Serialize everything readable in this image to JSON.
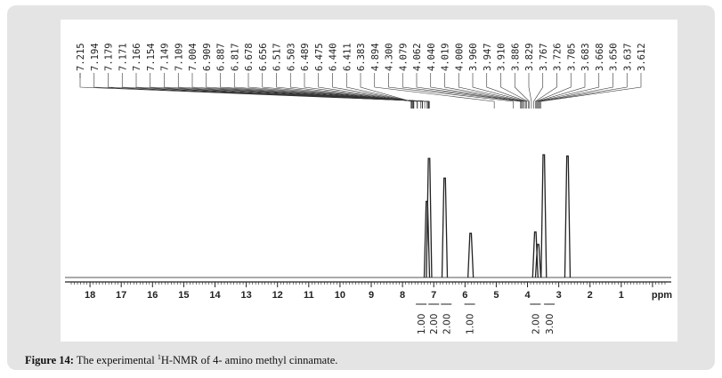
{
  "caption": {
    "label": "Figure 14:",
    "text_before_sup": "The experimental ",
    "sup": "1",
    "text_after_sup": "H-NMR of 4- amino methyl cinnamate."
  },
  "chart_data": {
    "type": "line",
    "title": "",
    "xlabel": "ppm",
    "ylabel": "",
    "xlim": [
      18.8,
      -0.6
    ],
    "x_reversed": true,
    "grid": false,
    "x_ticks": [
      "18",
      "17",
      "16",
      "15",
      "14",
      "13",
      "12",
      "11",
      "10",
      "9",
      "8",
      "7",
      "6",
      "5",
      "4",
      "3",
      "2",
      "1"
    ],
    "peak_labels": [
      "7.215",
      "7.194",
      "7.179",
      "7.171",
      "7.166",
      "7.154",
      "7.149",
      "7.109",
      "7.004",
      "6.909",
      "6.887",
      "6.817",
      "6.678",
      "6.656",
      "6.517",
      "6.503",
      "6.489",
      "6.475",
      "6.440",
      "6.411",
      "6.383",
      "4.894",
      "4.300",
      "4.079",
      "4.062",
      "4.040",
      "4.019",
      "4.000",
      "3.960",
      "3.947",
      "3.910",
      "3.886",
      "3.829",
      "3.767",
      "3.726",
      "3.705",
      "3.683",
      "3.668",
      "3.650",
      "3.637",
      "3.612"
    ],
    "peaks": [
      {
        "ppm": 7.22,
        "height": 0.62
      },
      {
        "ppm": 7.15,
        "height": 0.97
      },
      {
        "ppm": 6.65,
        "height": 0.81
      },
      {
        "ppm": 5.82,
        "height": 0.36
      },
      {
        "ppm": 3.75,
        "height": 0.37
      },
      {
        "ppm": 3.66,
        "height": 0.27
      },
      {
        "ppm": 3.48,
        "height": 1.0
      },
      {
        "ppm": 2.72,
        "height": 0.99
      }
    ],
    "integrals": [
      {
        "ppm": 7.4,
        "label": "1.00"
      },
      {
        "ppm": 7.0,
        "label": "2.00"
      },
      {
        "ppm": 6.6,
        "label": "2.00"
      },
      {
        "ppm": 5.85,
        "label": "1.00"
      },
      {
        "ppm": 3.75,
        "label": "2.00"
      },
      {
        "ppm": 3.3,
        "label": "3.00"
      }
    ]
  }
}
